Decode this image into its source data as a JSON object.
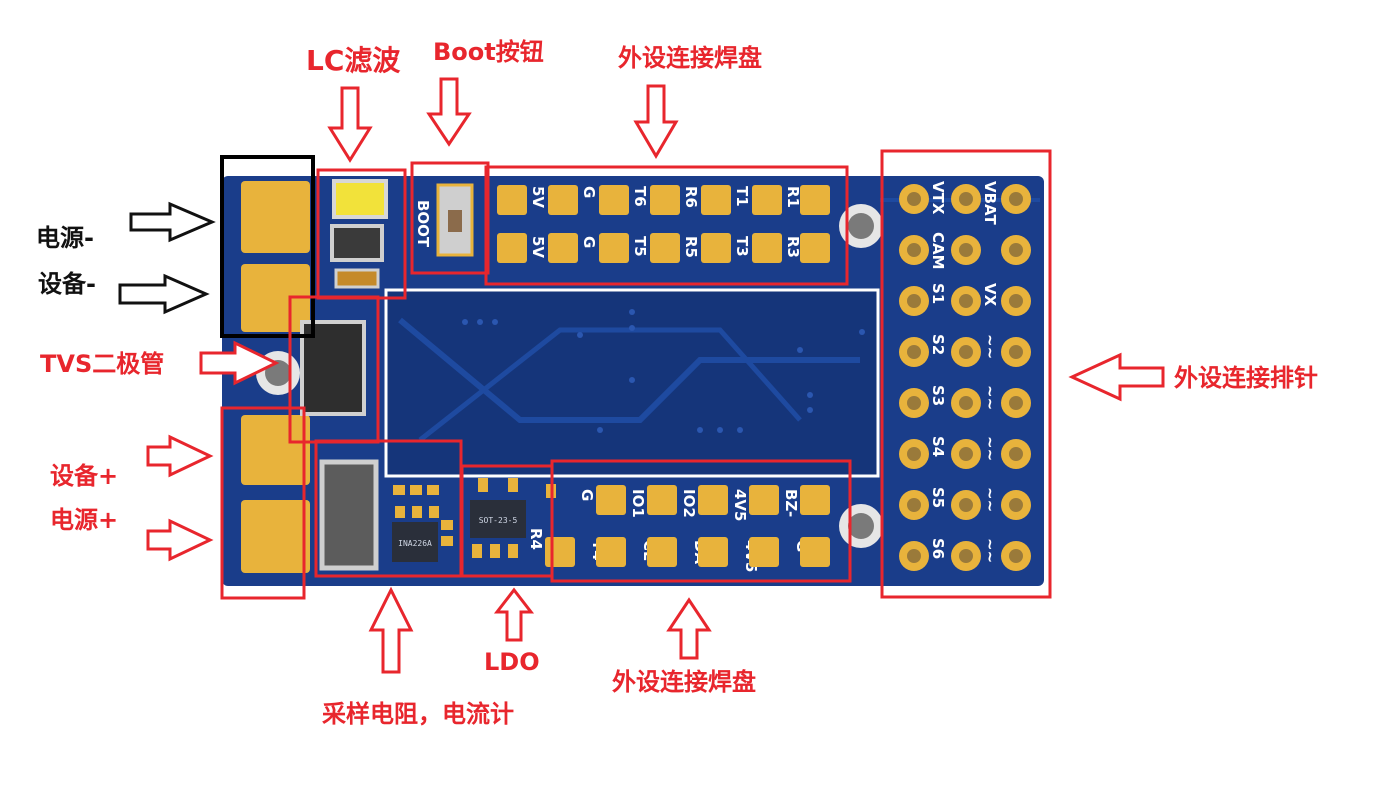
{
  "annotations": {
    "lc_filter": "LC滤波",
    "boot_button": "Boot按钮",
    "pads_top": "外设连接焊盘",
    "pads_bottom": "外设连接焊盘",
    "header_pins": "外设连接排针",
    "power_minus": "电源-",
    "device_minus": "设备-",
    "tvs_diode": "TVS二极管",
    "device_plus": "设备+",
    "power_plus": "电源+",
    "sense_resistor": "采样电阻，电流计",
    "ldo": "LDO"
  },
  "silkscreen": {
    "boot": "BOOT",
    "top_row1": [
      "5V",
      "G",
      "T6",
      "R6",
      "T1",
      "R1"
    ],
    "top_row2": [
      "5V",
      "G",
      "T5",
      "R5",
      "T3",
      "R3"
    ],
    "bottom_row1": [
      "G",
      "IO1",
      "IO2",
      "4V5",
      "BZ-"
    ],
    "bottom_row2": [
      "T4",
      "CL",
      "DA",
      "4V5",
      "G"
    ],
    "left_r4": "R4",
    "header_left": [
      "VTX",
      "CAM",
      "S1",
      "S2",
      "S3",
      "S4",
      "S5",
      "S6"
    ],
    "header_right": [
      "VBAT",
      "",
      "VX",
      "~~",
      "~~",
      "~~",
      "~~",
      "~~"
    ],
    "chip_ldo": "SOT-23-5",
    "chip_sense": "INA226A"
  },
  "colors": {
    "pcb_blue": "#1a3d8a",
    "pcb_dark": "#142f6e",
    "pad_gold": "#e8b33c",
    "highlight_red": "#e8262d",
    "highlight_black": "#000000"
  }
}
